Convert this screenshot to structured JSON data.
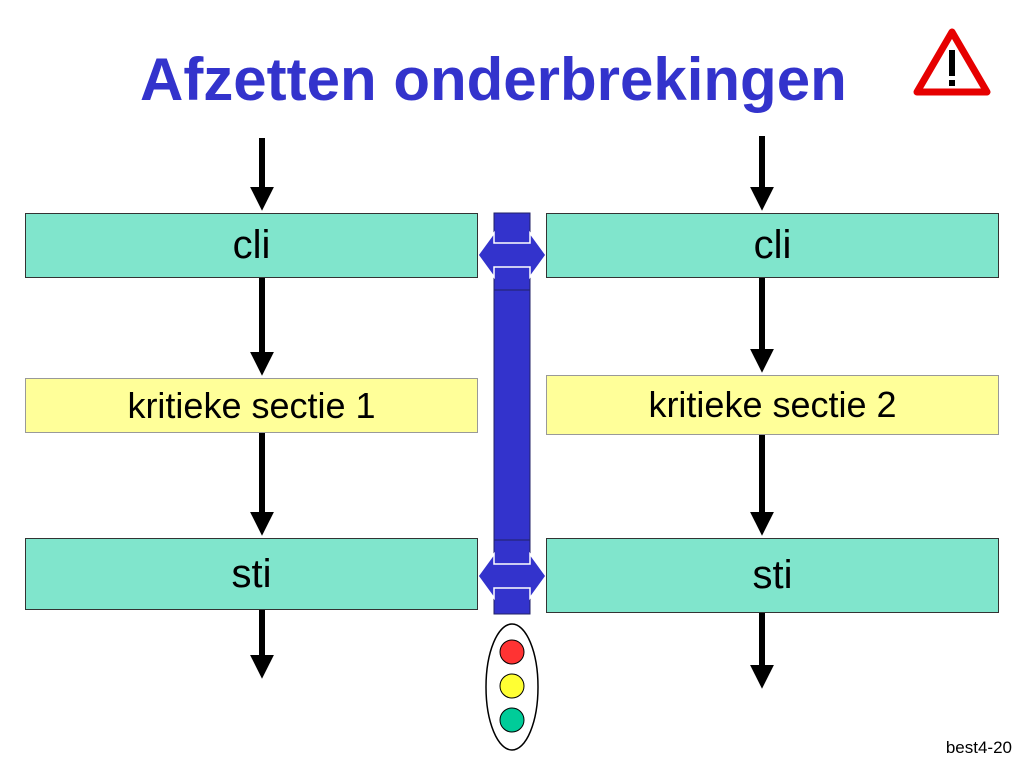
{
  "slide": {
    "title": "Afzetten onderbrekingen",
    "footer": "best4-20"
  },
  "icons": {
    "warning": "warning-triangle-icon",
    "traffic_light": "traffic-light-icon"
  },
  "left_flow": {
    "cli_label": "cli",
    "section_label": "kritieke sectie 1",
    "sti_label": "sti"
  },
  "right_flow": {
    "cli_label": "cli",
    "section_label": "kritieke sectie 2",
    "sti_label": "sti"
  },
  "colors": {
    "title": "#3333cc",
    "instruction_box": "#80e5cc",
    "section_box": "#ffff99",
    "bar": "#3333cc",
    "light_red": "#ff3333",
    "light_yellow": "#ffff33",
    "light_green": "#00cc99",
    "warning_red": "#e60000"
  }
}
